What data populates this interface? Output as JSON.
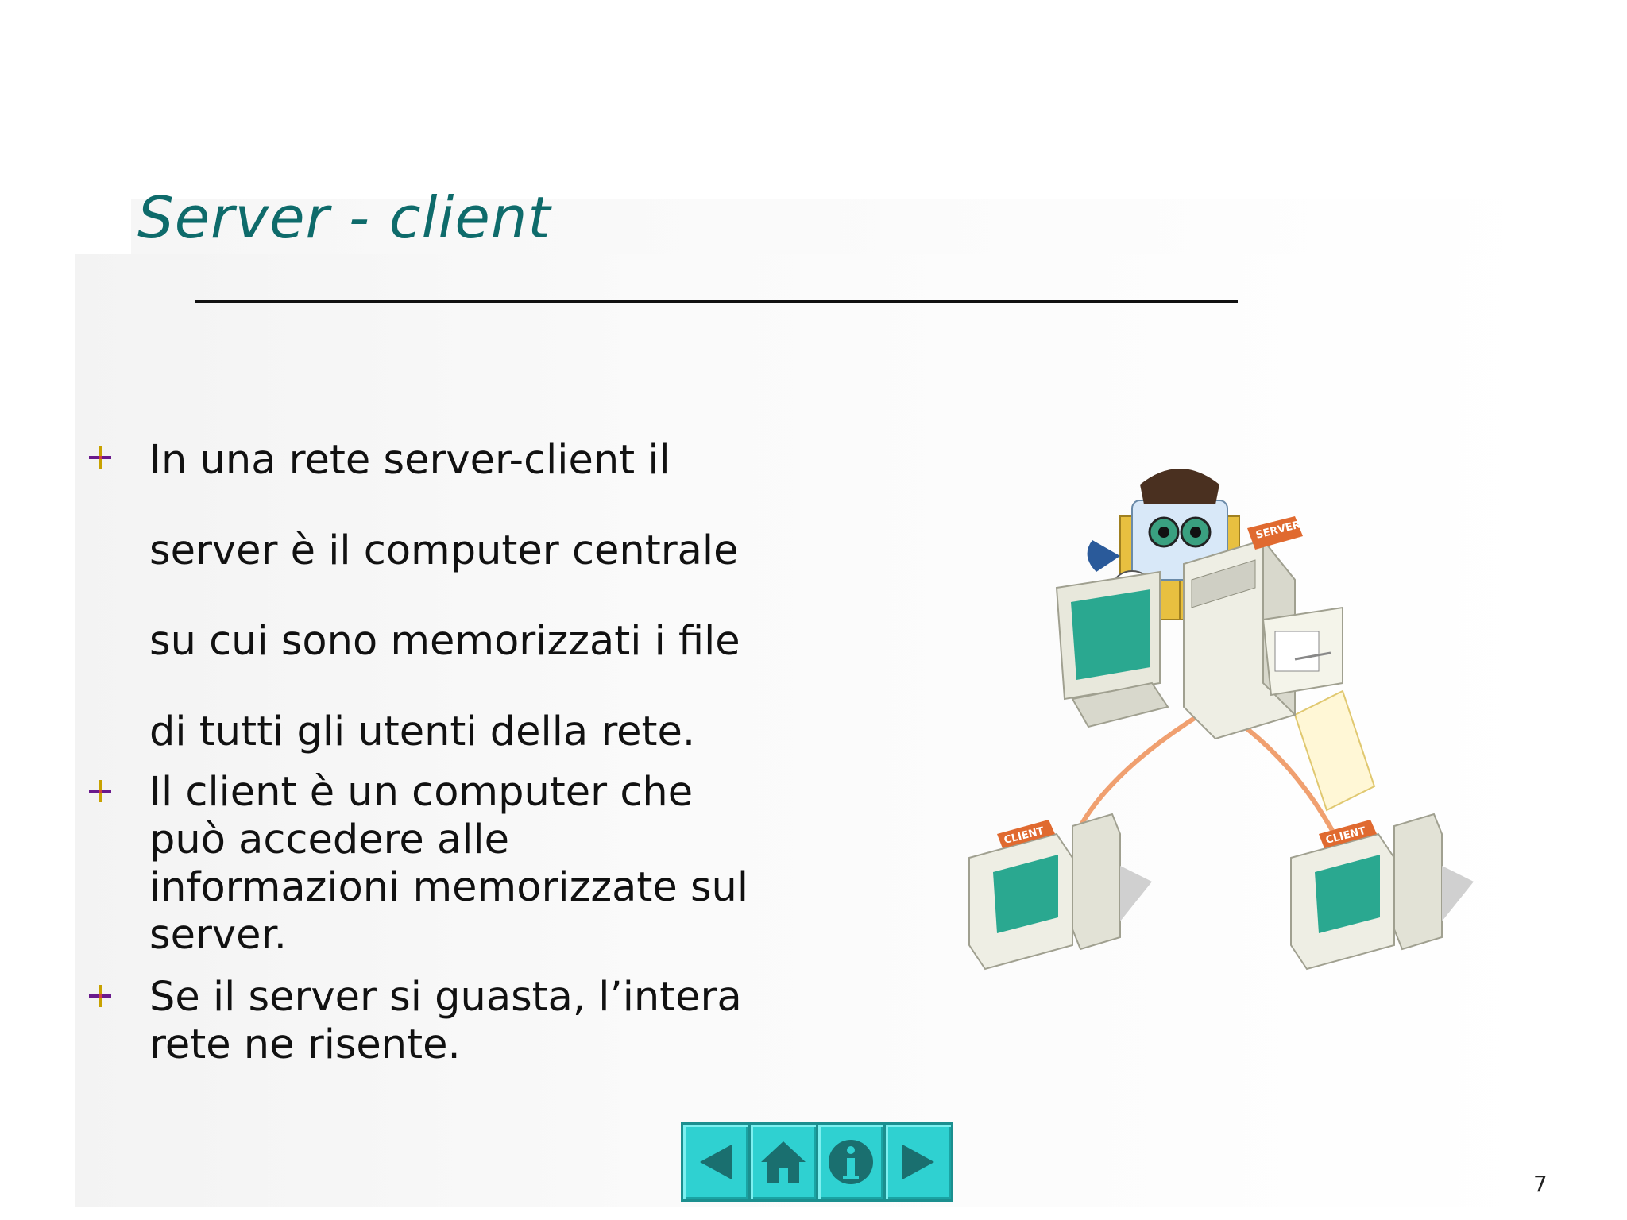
{
  "slide": {
    "title": "Server - client",
    "page_number": "7"
  },
  "bullets": [
    {
      "lines": [
        "In una rete server-client il",
        "server è il computer centrale",
        "su cui sono memorizzati i file",
        "di tutti gli utenti della rete."
      ]
    },
    {
      "lines": [
        "Il client è un computer che",
        "può accedere alle",
        "informazioni memorizzate sul",
        "server."
      ]
    },
    {
      "lines": [
        "Se il server si guasta, l’intera",
        "rete ne risente."
      ]
    }
  ],
  "illustration": {
    "server_label": "SERVER",
    "client_label_left": "CLIENT",
    "client_label_right": "CLIENT"
  },
  "nav": {
    "buttons": [
      "back-arrow-icon",
      "home-icon",
      "info-icon",
      "forward-arrow-icon"
    ]
  },
  "colors": {
    "title": "#0e6b6b",
    "nav_fill": "#2fd1d1",
    "nav_border": "#1b8f8f",
    "cable": "#f0a070"
  }
}
